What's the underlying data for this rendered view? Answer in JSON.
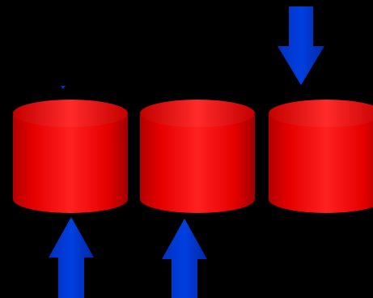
{
  "colors": {
    "background": "#000000",
    "cylinder_edge": "#b30000",
    "cylinder_mid": "#ff1a1a",
    "cylinder_highlight": "#ff3333",
    "cylinder_top_light": "#ff2a2a",
    "cylinder_top_dark": "#d00000",
    "arrow": "#0033cc",
    "arrow_dark": "#001f99"
  },
  "cylinders": [
    {
      "name": "cylinder-1",
      "arrow_direction": "up"
    },
    {
      "name": "cylinder-2",
      "arrow_direction": "up"
    },
    {
      "name": "cylinder-3",
      "arrow_direction": "down"
    }
  ],
  "icons": [
    "cylinder-icon",
    "arrow-up-icon",
    "arrow-down-icon"
  ]
}
